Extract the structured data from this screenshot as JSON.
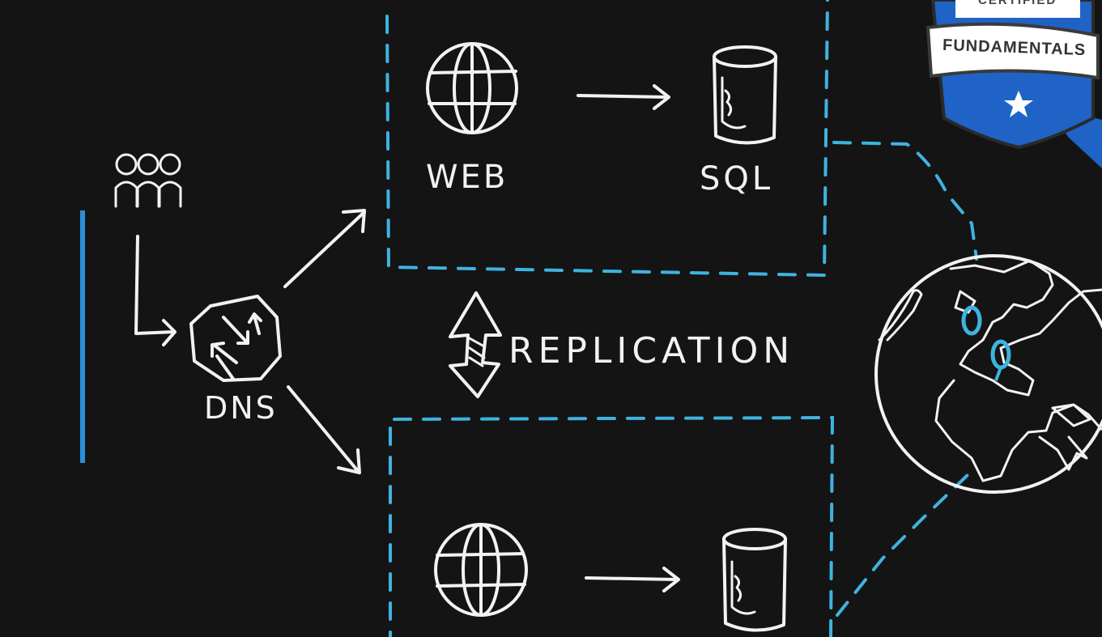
{
  "labels": {
    "web": "WEB",
    "sql": "SQL",
    "dns": "DNS",
    "replication": "REPLICATION"
  },
  "badge": {
    "top_text": "CERTIFIED",
    "ribbon_text": "FUNDAMENTALS"
  },
  "icons": [
    "users-icon",
    "dns-icon",
    "globe-icon",
    "database-icon",
    "arrow-icon",
    "earth-map-icon",
    "star-icon"
  ],
  "colors": {
    "background": "#141414",
    "chalk": "#f2f2f2",
    "region_dash": "#3fb3e0",
    "accent_bar": "#2b8fd8",
    "badge_blue": "#1f63c7"
  }
}
